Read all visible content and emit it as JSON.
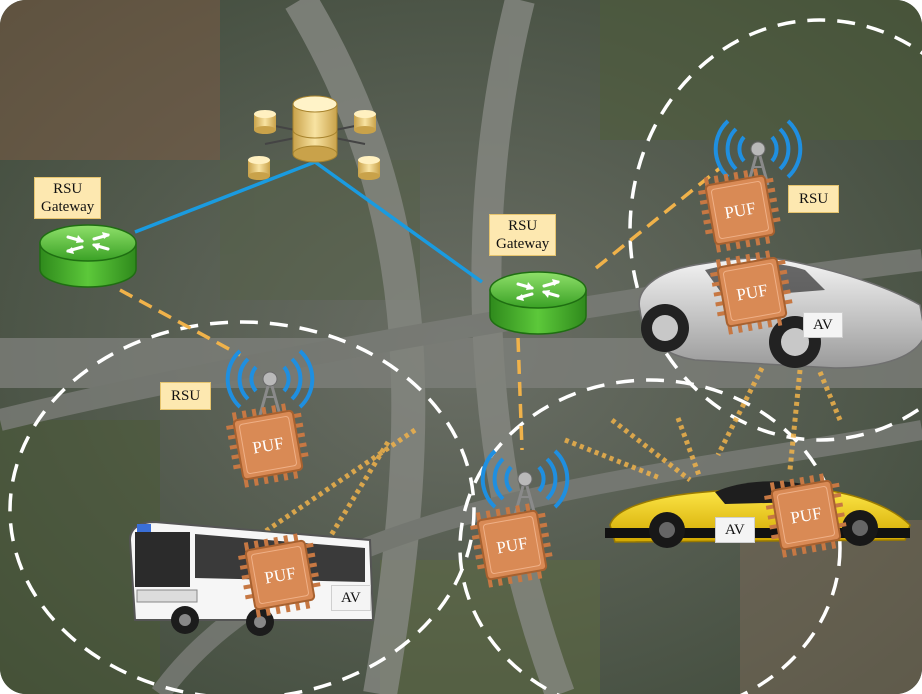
{
  "labels": {
    "rsu_gateway_left": {
      "line1": "RSU",
      "line2": "Gateway"
    },
    "rsu_gateway_center": {
      "line1": "RSU",
      "line2": "Gateway"
    },
    "rsu_left": "RSU",
    "rsu_top_right": "RSU",
    "av_right": "AV",
    "av_sports": "AV",
    "av_bus": "AV"
  },
  "chips": {
    "puf_rsu_top_right": "PUF",
    "puf_car_right": "PUF",
    "puf_rsu_left": "PUF",
    "puf_rsu_bottom": "PUF",
    "puf_sports": "PUF",
    "puf_bus": "PUF"
  },
  "colors": {
    "label_bg": "#fde8b0",
    "router_green": "#3fae2a",
    "link_blue": "#1a9be0",
    "link_orange": "#f0b24a",
    "wifi_blue": "#1f8fe0",
    "chip_orange": "#d98a55",
    "cluster_circle": "#ffffff"
  },
  "icons": [
    "database-cluster-icon",
    "router-icon",
    "antenna-icon",
    "chip-icon",
    "car-icon",
    "bus-icon"
  ]
}
